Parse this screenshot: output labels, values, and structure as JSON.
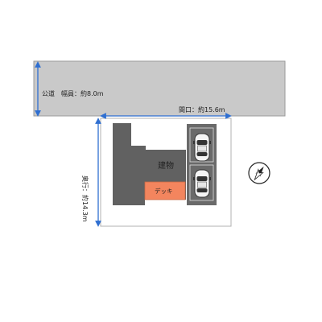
{
  "road": {
    "label": "公道　幅員：約8.0m"
  },
  "frontage": {
    "label": "間口：約15.6m"
  },
  "depth": {
    "label": "奥行：約14.3m"
  },
  "building": {
    "label": "建物"
  },
  "deck": {
    "label": "デッキ"
  },
  "colors": {
    "road": "#c9c9c9",
    "building": "#616161",
    "parking": "#6a6a6a",
    "deck": "#f3855e",
    "dimension": "#2f6fd1",
    "lot_border": "#b0b0b0"
  },
  "icons": {
    "compass": "north-arrow-icon",
    "car": "car-icon"
  }
}
